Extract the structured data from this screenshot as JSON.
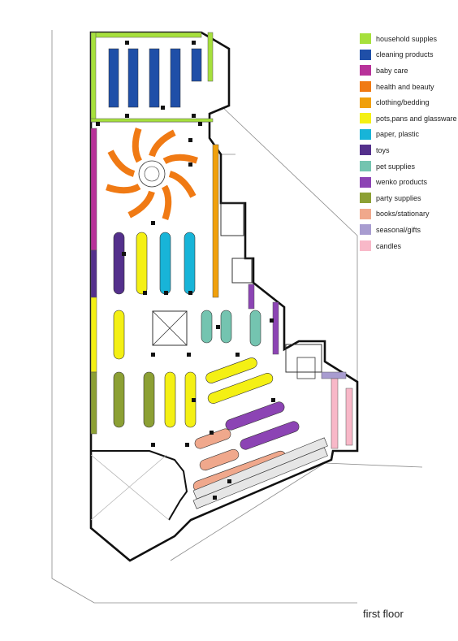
{
  "legend": [
    {
      "label": "household supples",
      "color": "#a6e03c"
    },
    {
      "label": "cleaning products",
      "color": "#1f4fa8"
    },
    {
      "label": "baby care",
      "color": "#b8329a"
    },
    {
      "label": "health and beauty",
      "color": "#f07a14"
    },
    {
      "label": "clothing/bedding",
      "color": "#f0a00c"
    },
    {
      "label": "pots,pans and glassware",
      "color": "#f4f014"
    },
    {
      "label": "paper, plastic",
      "color": "#18b4d8"
    },
    {
      "label": "toys",
      "color": "#54308c"
    },
    {
      "label": "pet supplies",
      "color": "#74c4b0"
    },
    {
      "label": "wenko products",
      "color": "#8c44b4"
    },
    {
      "label": "party supplies",
      "color": "#8ca034"
    },
    {
      "label": "books/stationary",
      "color": "#f0a88c"
    },
    {
      "label": "seasonal/gifts",
      "color": "#a89cd0"
    },
    {
      "label": "candles",
      "color": "#f8b8c8"
    }
  ],
  "floor_title": "first floor"
}
